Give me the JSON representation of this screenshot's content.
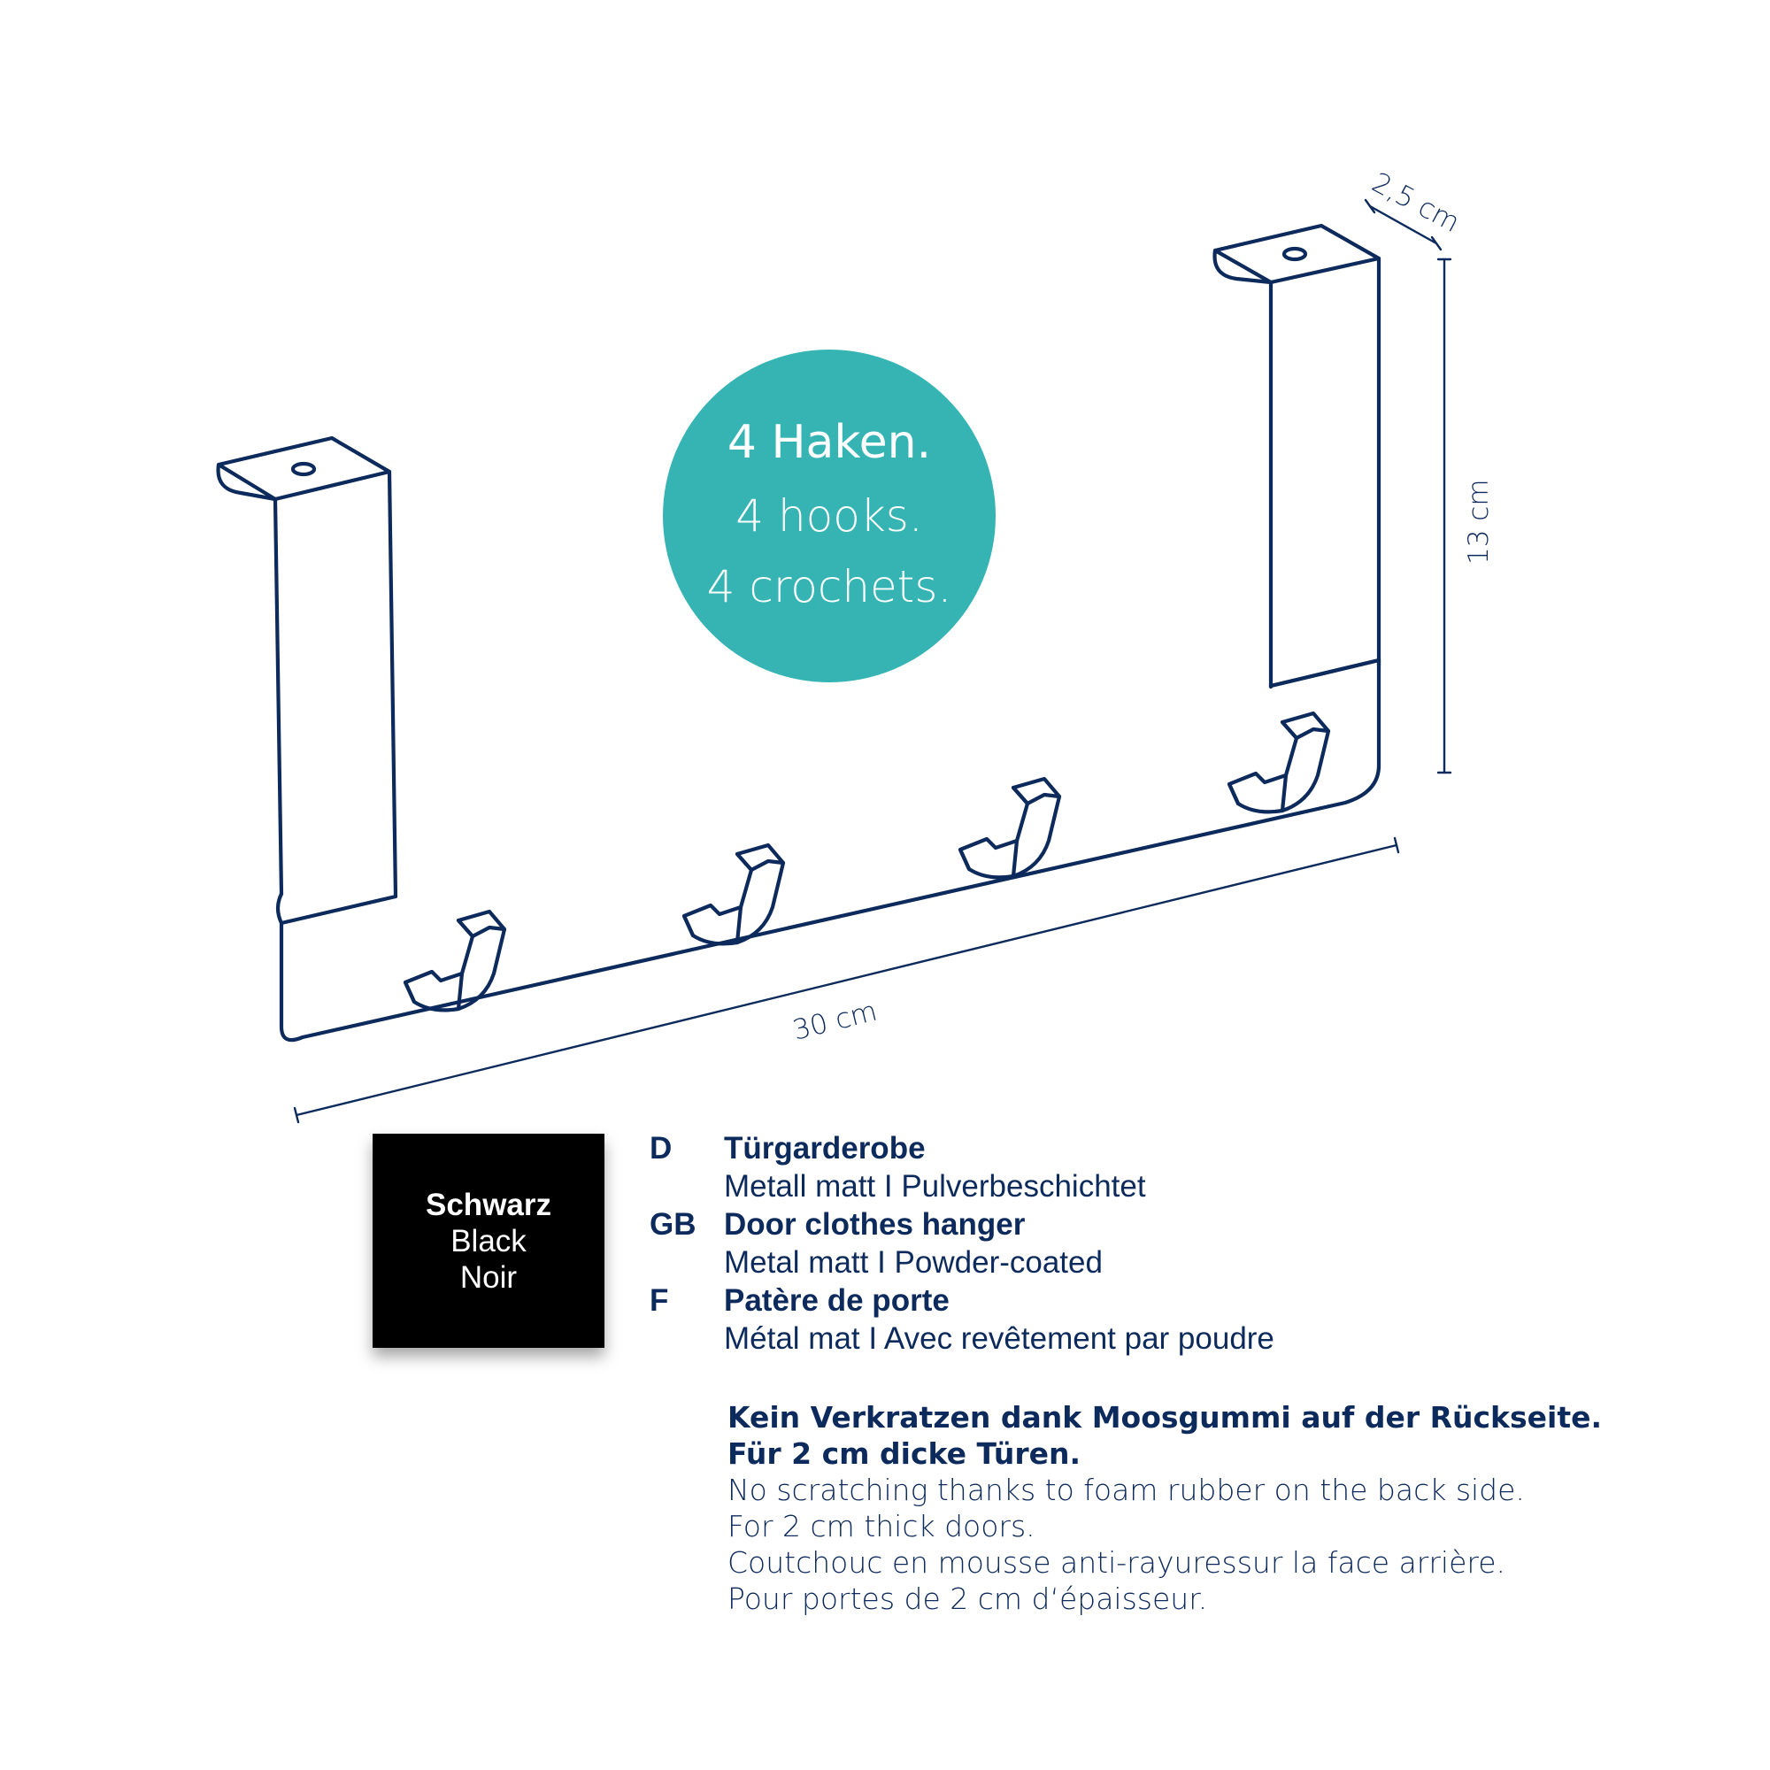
{
  "badge": {
    "title": "4 Haken.",
    "line2": "4 hooks.",
    "line3": "4 crochets.",
    "color": "#36b4b4"
  },
  "dimensions": {
    "depth": "2,5 cm",
    "height": "13 cm",
    "width": "30 cm"
  },
  "swatch": {
    "name_de": "Schwarz",
    "name_en": "Black",
    "name_fr": "Noir",
    "color": "#000000"
  },
  "languages": [
    {
      "code": "D",
      "title": "Türgarderobe",
      "desc": "Metall matt I Pulverbeschichtet"
    },
    {
      "code": "GB",
      "title": "Door clothes hanger",
      "desc": "Metal matt I Powder-coated"
    },
    {
      "code": "F",
      "title": "Patère de porte",
      "desc": "Métal mat I Avec revêtement par poudre"
    }
  ],
  "notes": {
    "de_line1": "Kein Verkratzen dank Moosgummi auf der Rückseite.",
    "de_line2": "Für 2 cm dicke Türen.",
    "en_line1": "No scratching thanks to foam rubber on the back side.",
    "en_line2": "For 2 cm thick doors.",
    "fr_line1": "Coutchouc en mousse anti-rayuressur la face arrière.",
    "fr_line2": "Pour portes de 2 cm d‘épaisseur."
  },
  "colors": {
    "line": "#0d2a5c"
  }
}
